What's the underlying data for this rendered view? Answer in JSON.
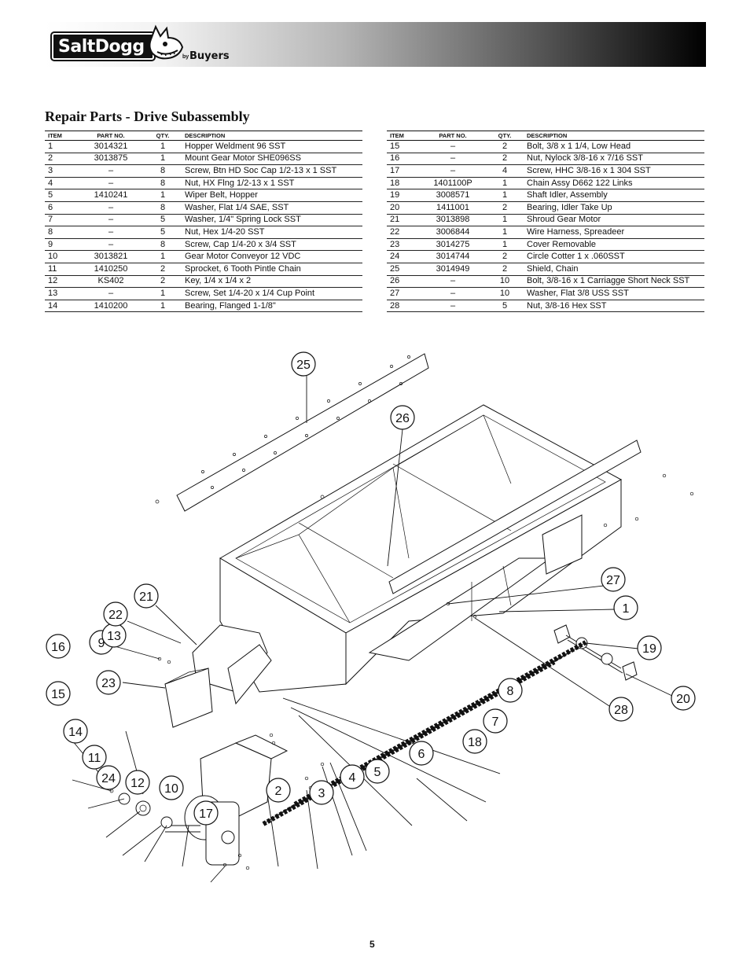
{
  "header": {
    "brand": "SaltDogg",
    "by": "by",
    "maker": "Buyers"
  },
  "title": "Repair Parts - Drive Subassembly",
  "table_headers": {
    "item": "ITEM",
    "part": "PART NO.",
    "qty": "QTY.",
    "desc": "DESCRIPTION"
  },
  "parts_left": [
    {
      "item": "1",
      "part": "3014321",
      "qty": "1",
      "desc": "Hopper Weldment 96 SST"
    },
    {
      "item": "2",
      "part": "3013875",
      "qty": "1",
      "desc": "Mount Gear Motor SHE096SS"
    },
    {
      "item": "3",
      "part": "–",
      "qty": "8",
      "desc": "Screw, Btn HD Soc Cap 1/2-13 x 1 SST"
    },
    {
      "item": "4",
      "part": "–",
      "qty": "8",
      "desc": "Nut, HX Flng 1/2-13 x 1 SST"
    },
    {
      "item": "5",
      "part": "1410241",
      "qty": "1",
      "desc": "Wiper Belt, Hopper"
    },
    {
      "item": "6",
      "part": "–",
      "qty": "8",
      "desc": "Washer, Flat 1/4 SAE, SST"
    },
    {
      "item": "7",
      "part": "–",
      "qty": "5",
      "desc": "Washer, 1/4\" Spring Lock SST"
    },
    {
      "item": "8",
      "part": "–",
      "qty": "5",
      "desc": "Nut, Hex 1/4-20 SST"
    },
    {
      "item": "9",
      "part": "–",
      "qty": "8",
      "desc": "Screw, Cap 1/4-20 x 3/4 SST"
    },
    {
      "item": "10",
      "part": "3013821",
      "qty": "1",
      "desc": "Gear Motor Conveyor 12 VDC"
    },
    {
      "item": "11",
      "part": "1410250",
      "qty": "2",
      "desc": "Sprocket, 6 Tooth Pintle Chain"
    },
    {
      "item": "12",
      "part": "KS402",
      "qty": "2",
      "desc": "Key, 1/4 x 1/4 x 2"
    },
    {
      "item": "13",
      "part": "–",
      "qty": "1",
      "desc": "Screw, Set 1/4-20 x 1/4 Cup Point"
    },
    {
      "item": "14",
      "part": "1410200",
      "qty": "1",
      "desc": "Bearing, Flanged 1-1/8\""
    }
  ],
  "parts_right": [
    {
      "item": "15",
      "part": "–",
      "qty": "2",
      "desc": "Bolt, 3/8 x 1 1/4, Low Head"
    },
    {
      "item": "16",
      "part": "–",
      "qty": "2",
      "desc": "Nut, Nylock 3/8-16 x 7/16 SST"
    },
    {
      "item": "17",
      "part": "–",
      "qty": "4",
      "desc": "Screw, HHC 3/8-16 x 1 304 SST"
    },
    {
      "item": "18",
      "part": "1401100P",
      "qty": "1",
      "desc": "Chain Assy D662 122 Links"
    },
    {
      "item": "19",
      "part": "3008571",
      "qty": "1",
      "desc": "Shaft Idler, Assembly"
    },
    {
      "item": "20",
      "part": "1411001",
      "qty": "2",
      "desc": "Bearing, Idler Take Up"
    },
    {
      "item": "21",
      "part": "3013898",
      "qty": "1",
      "desc": "Shroud Gear Motor"
    },
    {
      "item": "22",
      "part": "3006844",
      "qty": "1",
      "desc": "Wire Harness, Spreadeer"
    },
    {
      "item": "23",
      "part": "3014275",
      "qty": "1",
      "desc": "Cover Removable"
    },
    {
      "item": "24",
      "part": "3014744",
      "qty": "2",
      "desc": "Circle Cotter 1 x .060SST"
    },
    {
      "item": "25",
      "part": "3014949",
      "qty": "2",
      "desc": "Shield, Chain"
    },
    {
      "item": "26",
      "part": "–",
      "qty": "10",
      "desc": "Bolt, 3/8-16 x 1 Carriagge Short Neck SST"
    },
    {
      "item": "27",
      "part": "–",
      "qty": "10",
      "desc": "Washer, Flat 3/8 USS SST"
    },
    {
      "item": "28",
      "part": "–",
      "qty": "5",
      "desc": "Nut, 3/8-16 Hex SST"
    }
  ],
  "callouts": [
    "1",
    "2",
    "3",
    "4",
    "5",
    "6",
    "7",
    "8",
    "9",
    "10",
    "11",
    "12",
    "13",
    "14",
    "15",
    "16",
    "17",
    "18",
    "19",
    "20",
    "21",
    "22",
    "23",
    "24",
    "25",
    "26",
    "27",
    "28"
  ],
  "page_number": "5"
}
